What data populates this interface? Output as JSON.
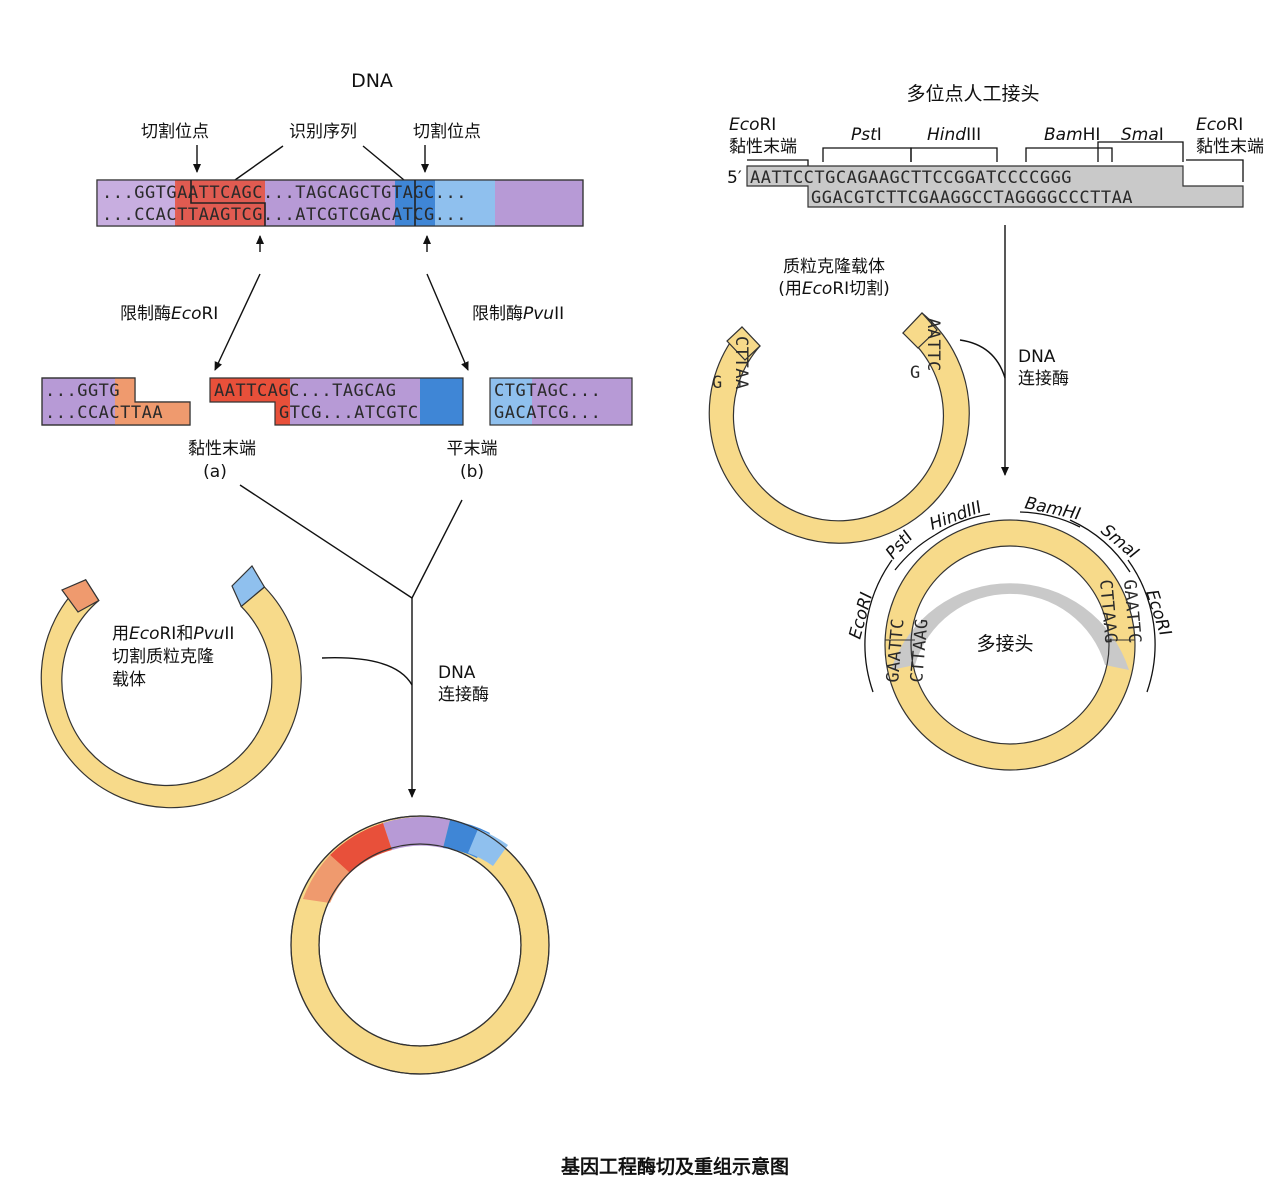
{
  "caption": "基因工程酶切及重组示意图",
  "left": {
    "dna_title": "DNA",
    "cut_site_left": "切割位点",
    "recognition_seq": "识别序列",
    "cut_site_right": "切割位点",
    "top_strand": "...GGTGAATTCAGC...TAGCAGCTGTAGC...",
    "bottom_strand": "...CCACTTAAGTCG...ATCGTCGACATCG...",
    "enzyme_left_prefix": "限制酶",
    "enzyme_left_italic": "Eco",
    "enzyme_left_suffix": "RI",
    "enzyme_right_prefix": "限制酶",
    "enzyme_right_italic": "Pvu",
    "enzyme_right_suffix": "II",
    "frag1_top": "...GGTG",
    "frag1_bottom": "...CCACTTAA",
    "frag2_top": "AATTCAGC...TAGCAG",
    "frag2_bottom": "GTCG...ATCGTC",
    "frag3_top": "CTGTAGC...",
    "frag3_bottom": "GACATCG...",
    "sticky_end": "黏性末端",
    "label_a": "(a)",
    "blunt_end": "平末端",
    "label_b": "(b)",
    "plasmid_l1_a": "用",
    "plasmid_l1_b": "Eco",
    "plasmid_l1_c": "RI和",
    "plasmid_l1_d": "Pvu",
    "plasmid_l1_e": "II",
    "plasmid_l2": "切割质粒克隆",
    "plasmid_l3": "载体",
    "ligase_1": "DNA",
    "ligase_2": "连接酶"
  },
  "right": {
    "title": "多位点人工接头",
    "eco_left_1_italic": "Eco",
    "eco_left_1_suffix": "RI",
    "eco_left_2": "黏性末端",
    "eco_right_1_italic": "Eco",
    "eco_right_1_suffix": "RI",
    "eco_right_2": "黏性末端",
    "pst_italic": "Pst",
    "pst_suffix": "I",
    "hind_italic": "Hind",
    "hind_suffix": "III",
    "bam_italic": "Bam",
    "bam_suffix": "HI",
    "sma_italic": "Sma",
    "sma_suffix": "I",
    "five_prime": "5′",
    "linker_top": "AATTCCTGCAGAAGCTTCCGGATCCCCGGG",
    "linker_bottom": "GGACGTCTTCGAAGGCCTAGGGGCCCTTAA",
    "vector_1": "质粒克隆载体",
    "vector_2_a": "(用",
    "vector_2_b": "Eco",
    "vector_2_c": "RI切割)",
    "open_left": "CTTAA",
    "open_left_g": "G",
    "open_right": "AATTC",
    "open_right_g": "G",
    "ligase_1": "DNA",
    "ligase_2": "连接酶",
    "ring_eco_left": "EcoRI",
    "ring_pst": "PstI",
    "ring_hind": "HindIII",
    "ring_bam": "BamHI",
    "ring_sma": "SmaI",
    "ring_eco_right": "EcoRI",
    "ring_left_outer": "GAATTC",
    "ring_left_inner": "CTTAAG",
    "ring_right_outer": "GAATTC",
    "ring_right_inner": "CTTAAG",
    "ring_center": "多接头"
  },
  "colors": {
    "purple": "#b79ad6",
    "red": "#e8503a",
    "salmon": "#ef9a6e",
    "blue": "#3f86d6",
    "lightblue": "#8fc0ee",
    "yellow": "#f7da8a",
    "gray": "#c9c9c9"
  }
}
